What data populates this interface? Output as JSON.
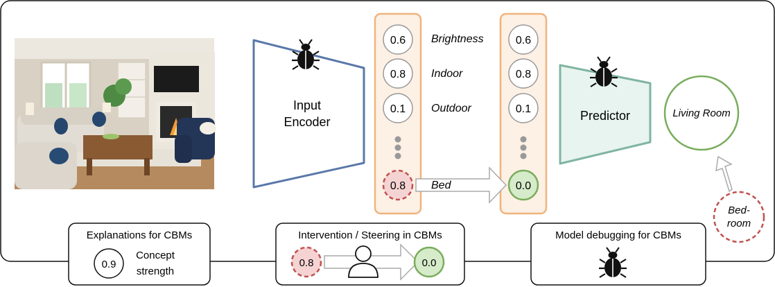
{
  "encoder": {
    "label_line1": "Input",
    "label_line2": "Encoder"
  },
  "concepts": [
    {
      "name": "Brightness",
      "value_in": "0.6",
      "value_out": "0.6"
    },
    {
      "name": "Indoor",
      "value_in": "0.8",
      "value_out": "0.8"
    },
    {
      "name": "Outdoor",
      "value_in": "0.1",
      "value_out": "0.1"
    }
  ],
  "intervened_concept": {
    "name": "Bed",
    "value_in": "0.8",
    "value_out": "0.0"
  },
  "predictor": {
    "label": "Predictor"
  },
  "prediction": {
    "correct": "Living Room",
    "wrong_line1": "Bed-",
    "wrong_line2": "room"
  },
  "legend": {
    "explanations": {
      "title": "Explanations for CBMs",
      "value": "0.9",
      "text_line1": "Concept",
      "text_line2": "strength"
    },
    "intervention": {
      "title": "Intervention / Steering in CBMs",
      "value_before": "0.8",
      "value_after": "0.0"
    },
    "debugging": {
      "title": "Model debugging for CBMs"
    }
  },
  "icons": {
    "bug": "bug-icon",
    "person": "person-icon",
    "photo": "living-room-photo"
  },
  "colors": {
    "encoder_stroke": "#5a78a8",
    "predictor_stroke": "#7fb5a0",
    "predictor_fill": "#e8f4f0",
    "bottleneck_stroke": "#f0b47e",
    "bottleneck_fill": "#fdf0e4",
    "red_dashed": "#c05050",
    "red_fill": "#f6d3d3",
    "green_stroke": "#79ad5c",
    "green_fill": "#d6ebca",
    "dots": "#999999"
  }
}
